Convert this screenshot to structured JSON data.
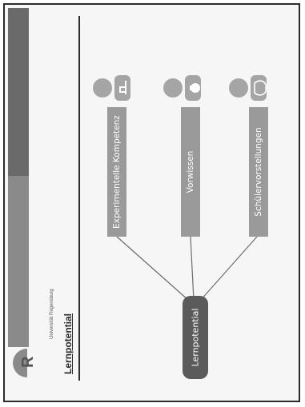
{
  "slide": {
    "logo_letter": "R",
    "university": "Universität Regensburg",
    "title": "Lernpotential"
  },
  "diagram": {
    "root": "Lernpotential",
    "branches": [
      {
        "label": "Experimentelle Kompetenz",
        "icon": "lab-flask-icon"
      },
      {
        "label": "Vorwissen",
        "icon": "lightbulb-icon"
      },
      {
        "label": "Schülervorstellungen",
        "icon": "brain-icon"
      }
    ]
  },
  "colors": {
    "root_box": "#5b5b5b",
    "branch_box": "#9a9a9a",
    "icon_gray": "#a5a5a5",
    "stripe_dark": "#6a6a6a",
    "stripe_light": "#8a8a8a"
  }
}
